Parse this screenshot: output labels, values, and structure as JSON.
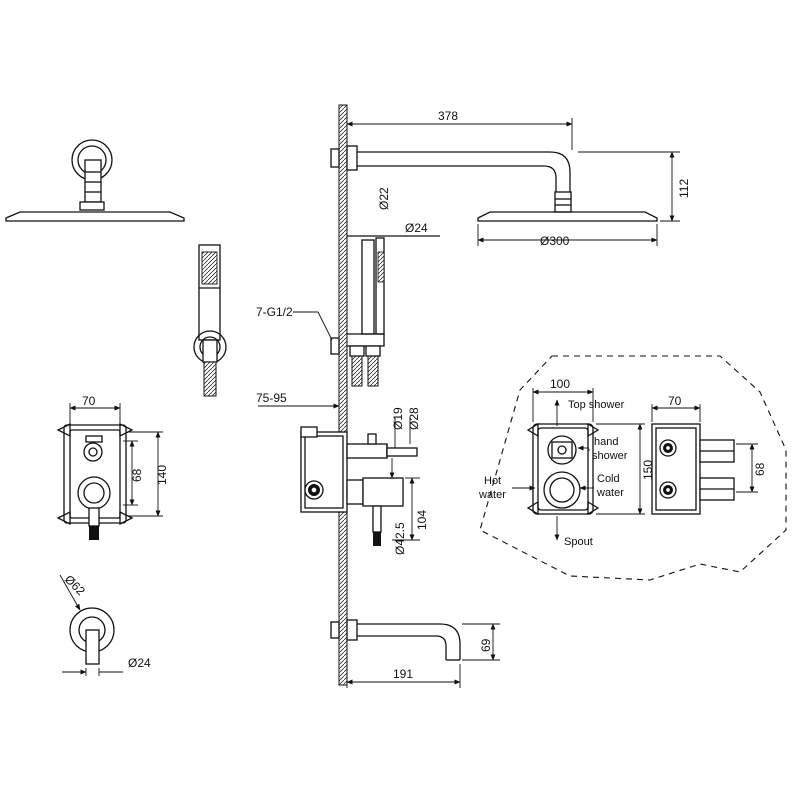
{
  "labels": {
    "arm_length": "378",
    "drop_height": "112",
    "head_diameter": "Ø300",
    "pipe_diameter": "Ø22",
    "handset_diameter": "Ø24",
    "connection": "7-G1/2",
    "wall_depth": "75-95",
    "dia_19": "Ø19",
    "dia_28": "Ø28",
    "spacing_104": "104",
    "dia_42_5": "Ø42.5",
    "box_width": "70",
    "box_inner": "68",
    "box_height": "140",
    "flange_diameter": "Ø62",
    "knob_diameter": "Ø24",
    "spout_length": "191",
    "spout_height": "69"
  },
  "detail": {
    "width_label": "100",
    "height_label": "150",
    "side_width_label": "70",
    "side_inner_label": "68",
    "top_shower": "Top shower",
    "hand_shower_1": "hand",
    "hand_shower_2": "shower",
    "cold_water_1": "Cold",
    "cold_water_2": "water",
    "hot_water_1": "Hot",
    "hot_water_2": "water",
    "spout": "Spout"
  }
}
